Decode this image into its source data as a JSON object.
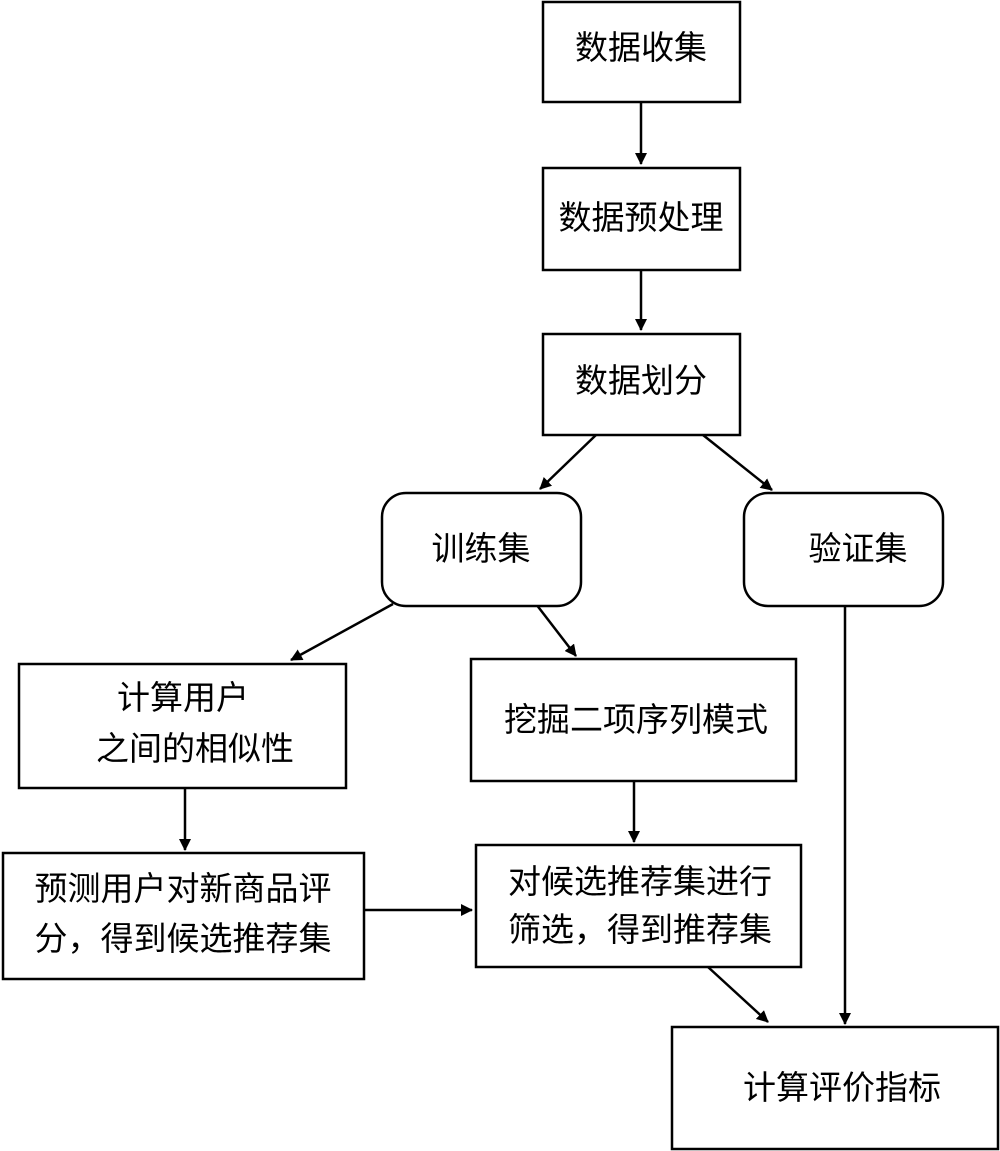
{
  "nodes": {
    "collect": {
      "label": "数据收集"
    },
    "preprocess": {
      "label": "数据预处理"
    },
    "split": {
      "label": "数据划分"
    },
    "train": {
      "label": "训练集"
    },
    "validate": {
      "label": "验证集"
    },
    "similarity": {
      "line1": "计算用户",
      "line2": "之间的相似性"
    },
    "mining": {
      "label": "挖掘二项序列模式"
    },
    "predict": {
      "line1": "预测用户对新商品评",
      "line2": "分，得到候选推荐集"
    },
    "filter": {
      "line1": "对候选推荐集进行",
      "line2": "筛选，得到推荐集"
    },
    "metrics": {
      "label": "计算评价指标"
    }
  },
  "edges": [
    {
      "from": "数据收集",
      "to": "数据预处理"
    },
    {
      "from": "数据预处理",
      "to": "数据划分"
    },
    {
      "from": "数据划分",
      "to": "训练集"
    },
    {
      "from": "数据划分",
      "to": "验证集"
    },
    {
      "from": "训练集",
      "to": "计算用户之间的相似性"
    },
    {
      "from": "训练集",
      "to": "挖掘二项序列模式"
    },
    {
      "from": "计算用户之间的相似性",
      "to": "预测用户对新商品评分，得到候选推荐集"
    },
    {
      "from": "挖掘二项序列模式",
      "to": "对候选推荐集进行筛选，得到推荐集"
    },
    {
      "from": "预测用户对新商品评分，得到候选推荐集",
      "to": "对候选推荐集进行筛选，得到推荐集"
    },
    {
      "from": "对候选推荐集进行筛选，得到推荐集",
      "to": "计算评价指标"
    },
    {
      "from": "验证集",
      "to": "计算评价指标"
    }
  ]
}
